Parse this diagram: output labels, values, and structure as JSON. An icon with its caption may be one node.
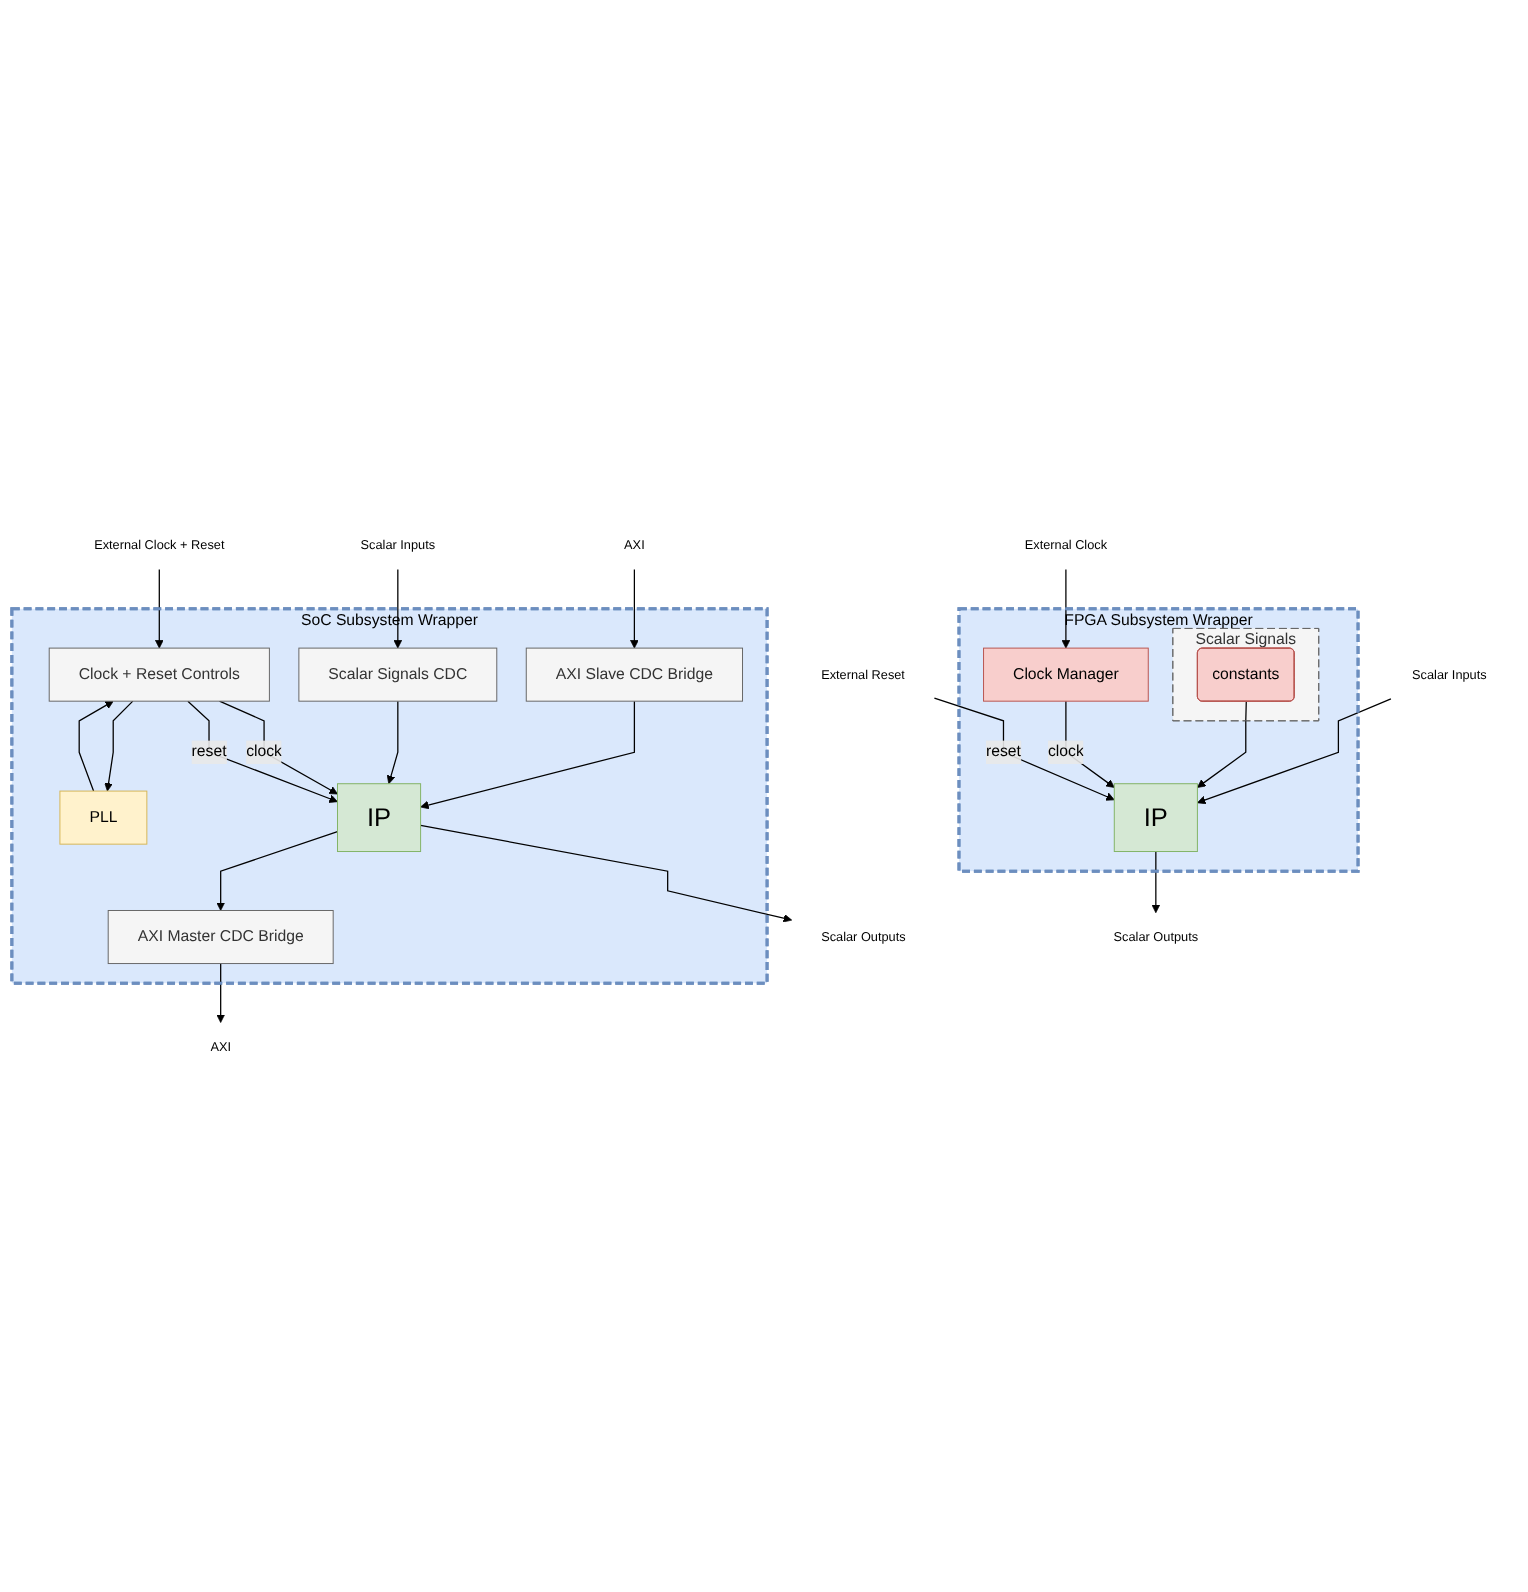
{
  "diagram": {
    "nodes": [
      {
        "text": [
          "SoC Subsystem Wrapper"
        ]
      },
      {
        "text": [
          "AXI Slave CDC Bridge"
        ],
        "in": 0
      },
      {
        "text": [
          "AXI Master CDC Bridge"
        ],
        "in": 0
      },
      {
        "text": [
          "Scalar Signals CDC"
        ],
        "in": 0
      },
      {
        "text": [
          "Clock + Reset Controls"
        ],
        "in": 0
      },
      {
        "text": [
          "PLL"
        ],
        "in": 0
      },
      {
        "text": [
          "IP"
        ],
        "in": 0
      },
      {
        "text": [
          "AXI"
        ]
      },
      {
        "text": [
          "AXI"
        ]
      },
      {
        "text": [
          "Scalar Inputs"
        ]
      },
      {
        "text": [
          "Scalar Outputs"
        ]
      },
      {
        "text": [
          "External Clock + Reset"
        ]
      },
      {
        "text": [
          "FPGA Subsystem Wrapper"
        ]
      },
      {
        "text": [
          "Scalar Signals"
        ],
        "in": 12
      },
      {
        "text": [
          "constants"
        ],
        "in": 13
      },
      {
        "text": [
          "Clock Manager"
        ],
        "in": 12
      },
      {
        "text": [
          "IP"
        ],
        "in": 12
      },
      {
        "text": [
          "Scalar Inputs"
        ]
      },
      {
        "text": [
          "Scalar Outputs"
        ]
      },
      {
        "text": [
          "External Clock"
        ]
      },
      {
        "text": [
          "External Reset"
        ]
      }
    ],
    "edges": [
      {
        "from": 7,
        "to": 1,
        "arrow": "to"
      },
      {
        "from": 1,
        "to": 6,
        "arrow": "to"
      },
      {
        "from": 6,
        "to": 2,
        "arrow": "to"
      },
      {
        "from": 2,
        "to": 8,
        "arrow": "to"
      },
      {
        "from": 9,
        "to": 3,
        "arrow": "to"
      },
      {
        "from": 3,
        "to": 6,
        "arrow": "to"
      },
      {
        "from": 6,
        "to": 10,
        "arrow": "to"
      },
      {
        "from": 11,
        "to": 4,
        "arrow": "to"
      },
      {
        "from": 5,
        "to": 4,
        "arrow": "to"
      },
      {
        "from": 4,
        "to": 5,
        "arrow": "to"
      },
      {
        "from": 4,
        "to": 6,
        "arrow": "to",
        "label": "clock"
      },
      {
        "from": 4,
        "to": 6,
        "arrow": "to",
        "label": "reset"
      },
      {
        "from": 17,
        "to": 16,
        "arrow": "to"
      },
      {
        "from": 14,
        "to": 16,
        "arrow": "to"
      },
      {
        "from": 16,
        "to": 18,
        "arrow": "to"
      },
      {
        "from": 19,
        "to": 15,
        "arrow": "to"
      },
      {
        "from": 15,
        "to": 16,
        "arrow": "to",
        "label": "clock"
      },
      {
        "from": 20,
        "to": 16,
        "arrow": "to",
        "label": "reset"
      }
    ]
  }
}
